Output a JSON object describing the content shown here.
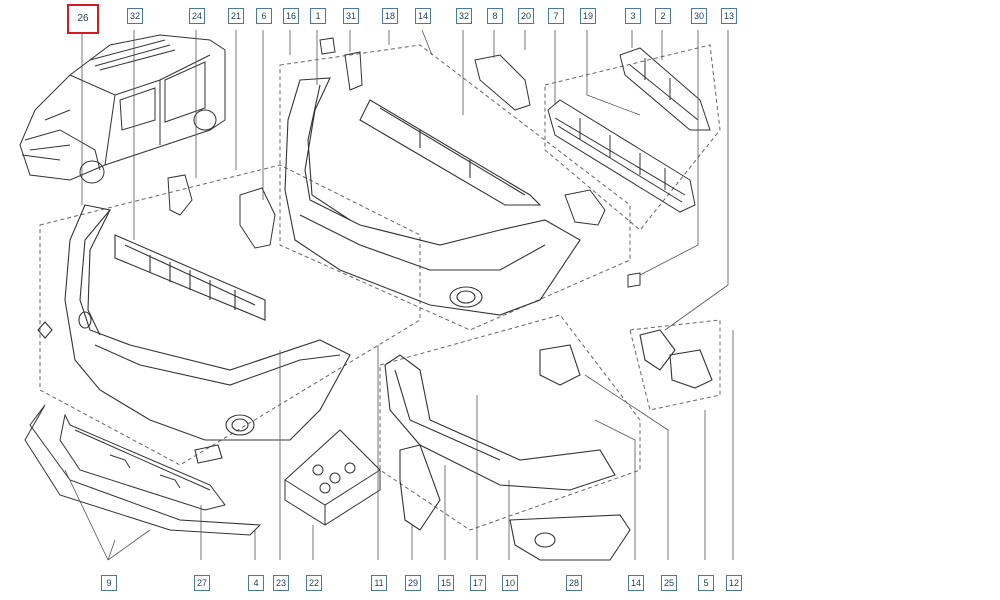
{
  "diagram": {
    "selected": "26",
    "top_callouts": [
      "32",
      "24",
      "21",
      "6",
      "16",
      "1",
      "31",
      "18",
      "14",
      "32",
      "8",
      "20",
      "7",
      "19",
      "3",
      "2",
      "30",
      "13"
    ],
    "bottom_callouts": [
      "9",
      "27",
      "4",
      "23",
      "22",
      "11",
      "29",
      "15",
      "17",
      "10",
      "28",
      "14",
      "25",
      "5",
      "12"
    ]
  }
}
